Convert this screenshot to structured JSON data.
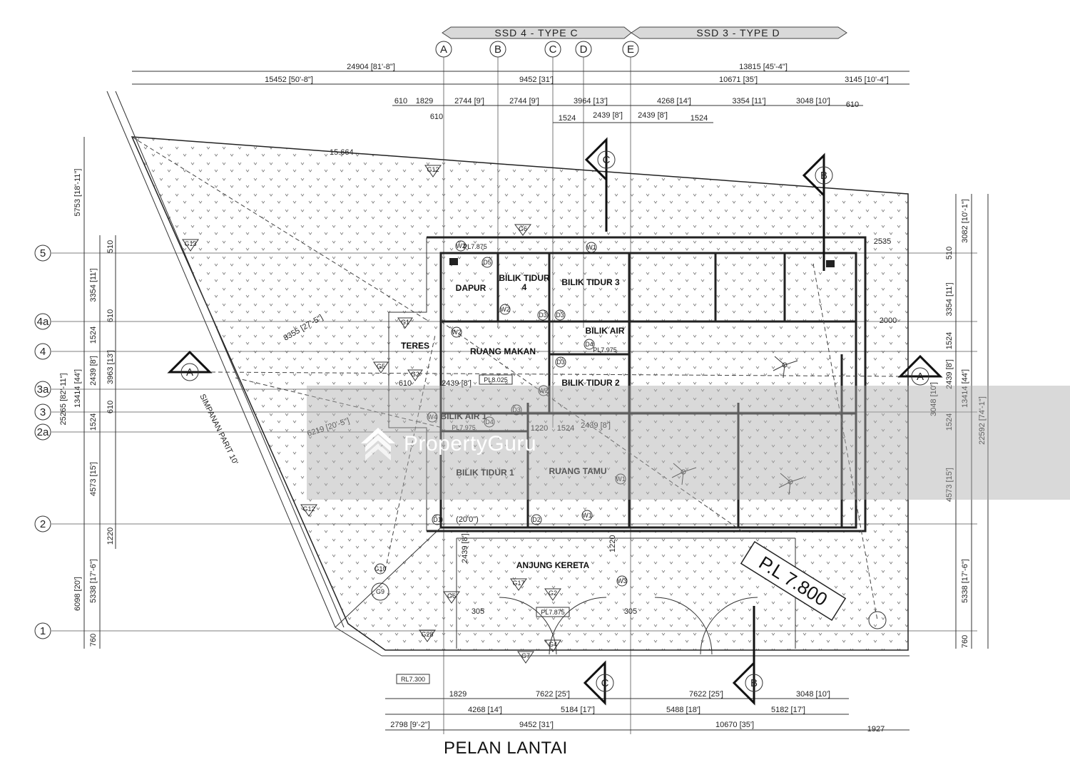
{
  "title": "PELAN LANTAI",
  "watermark": "PropertyGuru",
  "type_bands": [
    "SSD 4 - TYPE C",
    "SSD 3 - TYPE D"
  ],
  "grid_columns": [
    "A",
    "B",
    "C",
    "D",
    "E"
  ],
  "grid_rows": [
    "5",
    "4a",
    "4",
    "3a",
    "3",
    "2a",
    "2",
    "1"
  ],
  "section_marks": [
    "A",
    "A",
    "B",
    "B",
    "C",
    "C"
  ],
  "road_label": "SIMPANAN PARIT 10'",
  "platform_label": "P.L 7.800",
  "rooms": {
    "dapur": "DAPUR",
    "bilik_tidur_4_a": "BILIK TIDUR",
    "bilik_tidur_4_b": "4",
    "bilik_tidur_3": "BILIK TIDUR 3",
    "teres": "TERES",
    "ruang_makan": "RUANG MAKAN",
    "bilik_tidur_2": "BILIK TIDUR 2",
    "bilik_air": "BILIK AIR",
    "bilik_air_2": "BILIK AIR 1",
    "bilik_tidur_1": "BILIK TIDUR 1",
    "ruang_tamu": "RUANG TAMU",
    "anjung_kereta": "ANJUNG KERETA"
  },
  "levels": [
    "PL8.025",
    "PL7.875",
    "PL7.875",
    "PL7.975",
    "PL7.975",
    "RL7.300"
  ],
  "top_dims": {
    "row1": [
      "24904 [81'-8\"]",
      "13815 [45'-4\"]"
    ],
    "row2": [
      "15452 [50'-8\"]",
      "9452 [31']",
      "10671 [35']",
      "3145 [10'-4\"]"
    ],
    "row3": [
      "610",
      "1829",
      "2744 [9']",
      "2744 [9']",
      "3964 [13']",
      "4268 [14']",
      "3354 [11']",
      "3048 [10']",
      "610"
    ],
    "row4": [
      "610",
      "1524",
      "2439 [8']",
      "2439 [8']",
      "1524"
    ]
  },
  "bottom_dims": {
    "row1": [
      "1829",
      "7622 [25']",
      "7622 [25']",
      "3048 [10']"
    ],
    "row2": [
      "4268 [14']",
      "5184 [17']",
      "5488 [18']",
      "5182 [17']"
    ],
    "row3": [
      "2798 [9'-2\"]",
      "9452 [31']",
      "10670 [35']",
      "1927"
    ]
  },
  "left_dims": [
    "5753 [18'-11\"]",
    "510",
    "3354 [11']",
    "610",
    "1524",
    "3963 [13']",
    "2439 [8']",
    "610",
    "1524",
    "13414 [44']",
    "25265 [82'-11\"]",
    "4573 [15']",
    "1220",
    "6098 [20']",
    "5338 [17'-6\"]",
    "760"
  ],
  "right_dims": [
    "3082 [10'-1\"]",
    "510",
    "3354 [11']",
    "1524",
    "2439 [8']",
    "3048 [10']",
    "13414 [44']",
    "22592 [74'-1\"]",
    "1524",
    "4573 [15']",
    "5338 [17'-6\"]",
    "760",
    "2535",
    "2000"
  ],
  "interior_dims": [
    "2439 [8']",
    "2439 [8']",
    "1220",
    "1524",
    "2439 [8']",
    "1220",
    "305",
    "305",
    "610",
    "8355 [27'-5\"]",
    "6219 [20'-5\"]",
    "(20'0\")"
  ],
  "door_tags": [
    "W2",
    "W1",
    "W2",
    "W2",
    "W2",
    "W1",
    "W1",
    "W3",
    "W4",
    "D5",
    "D3",
    "D3",
    "D3",
    "D3",
    "D4",
    "D2",
    "D1",
    "D4",
    "G6",
    "G5",
    "G2",
    "G12",
    "G12",
    "G17",
    "G2",
    "G6",
    "G10",
    "G9",
    "G28",
    "G13",
    "G1",
    "G7",
    "G4"
  ],
  "colors": {
    "line": "#222222",
    "band": "#d9d9d9",
    "watermark": "#aaaaaa"
  }
}
